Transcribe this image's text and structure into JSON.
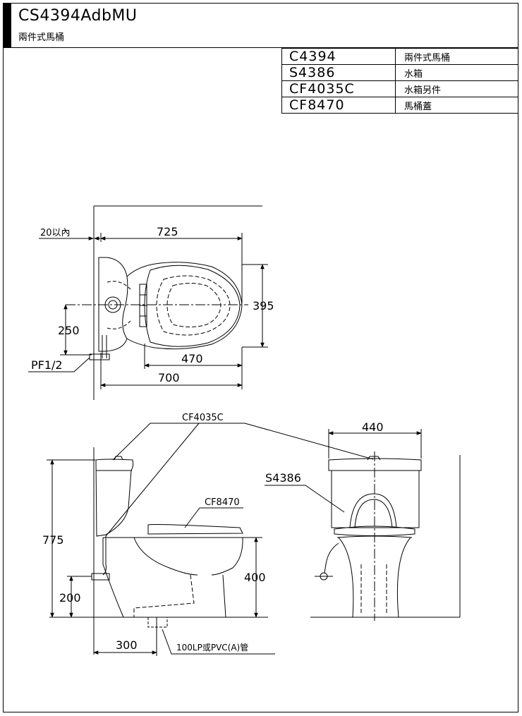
{
  "title": {
    "model": "CS4394AdbMU",
    "subtitle": "兩件式馬桶"
  },
  "parts": [
    {
      "code": "C4394",
      "desc": "兩件式馬桶"
    },
    {
      "code": "S4386",
      "desc": "水箱"
    },
    {
      "code": "CF4035C",
      "desc": "水箱另件"
    },
    {
      "code": "CF8470",
      "desc": "馬桶蓋"
    }
  ],
  "top_view": {
    "d_20": "20以內",
    "d_725": "725",
    "d_395": "395",
    "d_250": "250",
    "d_470": "470",
    "d_700": "700",
    "pf": "PF1/2"
  },
  "side_view": {
    "callout_cf4035c": "CF4035C",
    "callout_cf8470": "CF8470",
    "d_775": "775",
    "d_400": "400",
    "d_200": "200",
    "d_300": "300",
    "pipe": "100LP或PVC(A)管"
  },
  "front_view": {
    "d_440": "440",
    "callout_s4386": "S4386"
  }
}
